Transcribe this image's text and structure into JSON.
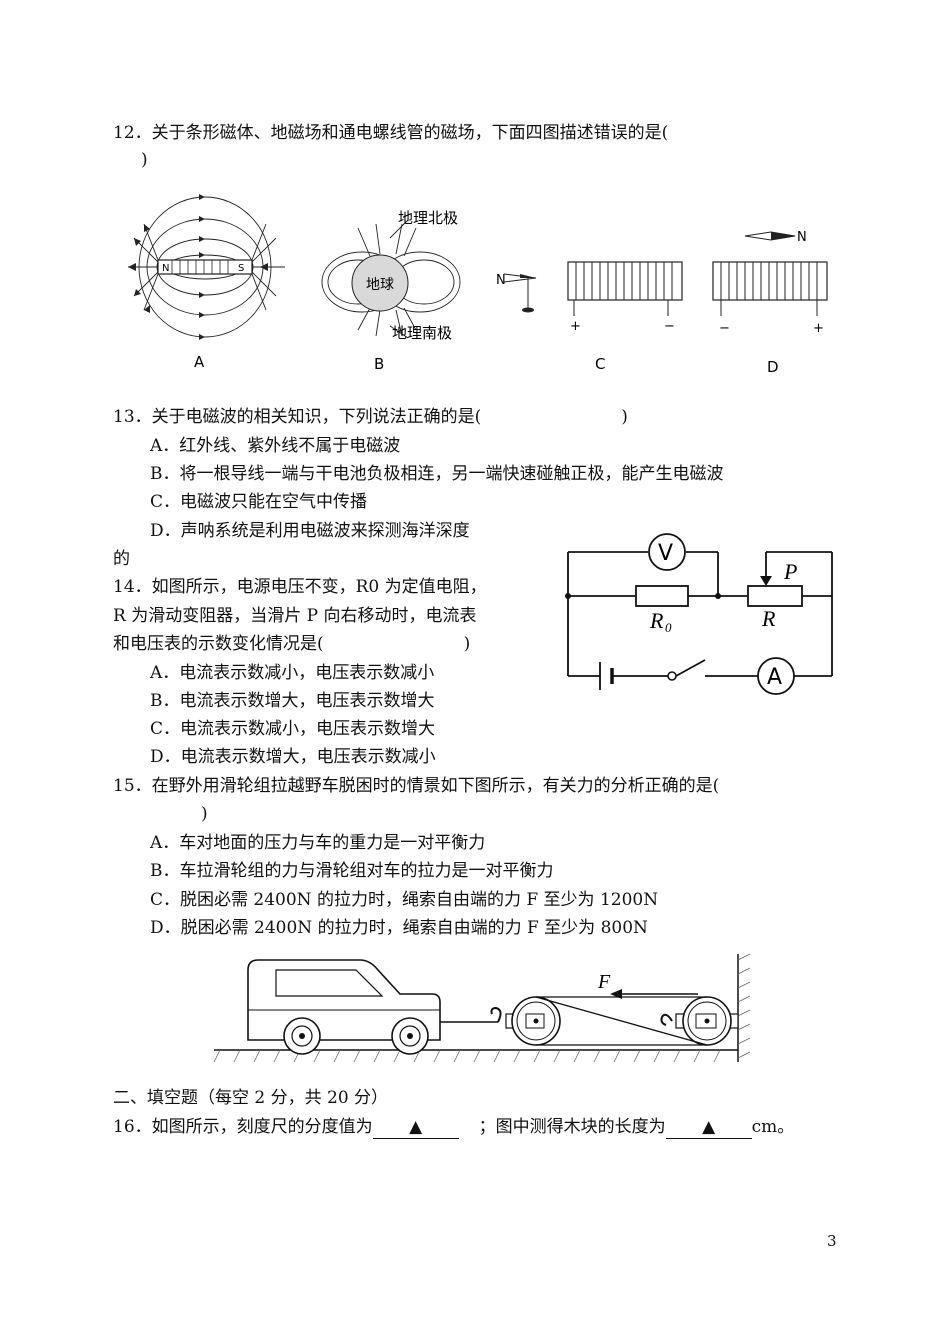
{
  "q12": {
    "stem": "12．关于条形磁体、地磁场和通电螺线管的磁场，下面四图描述错误的是(",
    "stem_end": ")",
    "figA": {
      "label": "A",
      "magnet_n": "N",
      "magnet_s": "S"
    },
    "figB": {
      "label": "B",
      "earth": "地球",
      "north": "地理北极",
      "south": "地理南极"
    },
    "figC": {
      "label": "C",
      "needle": "N",
      "plus": "+",
      "minus": "−"
    },
    "figD": {
      "label": "D",
      "needle": "N",
      "plus": "+",
      "minus": "−"
    }
  },
  "q13": {
    "stem": "13．关于电磁波的相关知识，下列说法正确的是(",
    "stem_end": ")",
    "options": [
      "A．红外线、紫外线不属于电磁波",
      "B．将一根导线一端与干电池负极相连，另一端快速碰触正极，能产生电磁波",
      "C．电磁波只能在空气中传播",
      "D．声呐系统是利用电磁波来探测海洋深度"
    ],
    "option_d_wrap": "的"
  },
  "q14": {
    "stem1": "14．如图所示，电源电压不变，R0 为定值电阻，",
    "stem2": "R 为滑动变阻器，当滑片 P 向右移动时，电流表",
    "stem3": "和电压表的示数变化情况是(",
    "stem3_end": ")",
    "options": [
      "A．电流表示数减小，电压表示数减小",
      "B．电流表示数增大，电压表示数增大",
      "C．电流表示数减小，电压表示数增大",
      "D．电流表示数增大，电压表示数减小"
    ],
    "circuit": {
      "voltmeter": "V",
      "ammeter": "A",
      "r0": "R",
      "r0_sub": "0",
      "r": "R",
      "slider": "P"
    }
  },
  "q15": {
    "stem": "15．在野外用滑轮组拉越野车脱困时的情景如下图所示，有关力的分析正确的是(",
    "stem_end": ")",
    "options": [
      "A．车对地面的压力与车的重力是一对平衡力",
      "B．车拉滑轮组的力与滑轮组对车的拉力是一对平衡力",
      "C．脱困必需 2400N 的拉力时，绳索自由端的力 F 至少为 1200N",
      "D．脱困必需 2400N 的拉力时，绳索自由端的力 F 至少为 800N"
    ],
    "force_label": "F"
  },
  "section2": {
    "title": "二、填空题（每空 2 分，共 20 分）"
  },
  "q16": {
    "part1": "16．如图所示，刻度尺的分度值为",
    "blank1": "▲",
    "part2": "；图中测得木块的长度为",
    "blank2": "▲",
    "unit": "cm。"
  },
  "page_number": "3"
}
